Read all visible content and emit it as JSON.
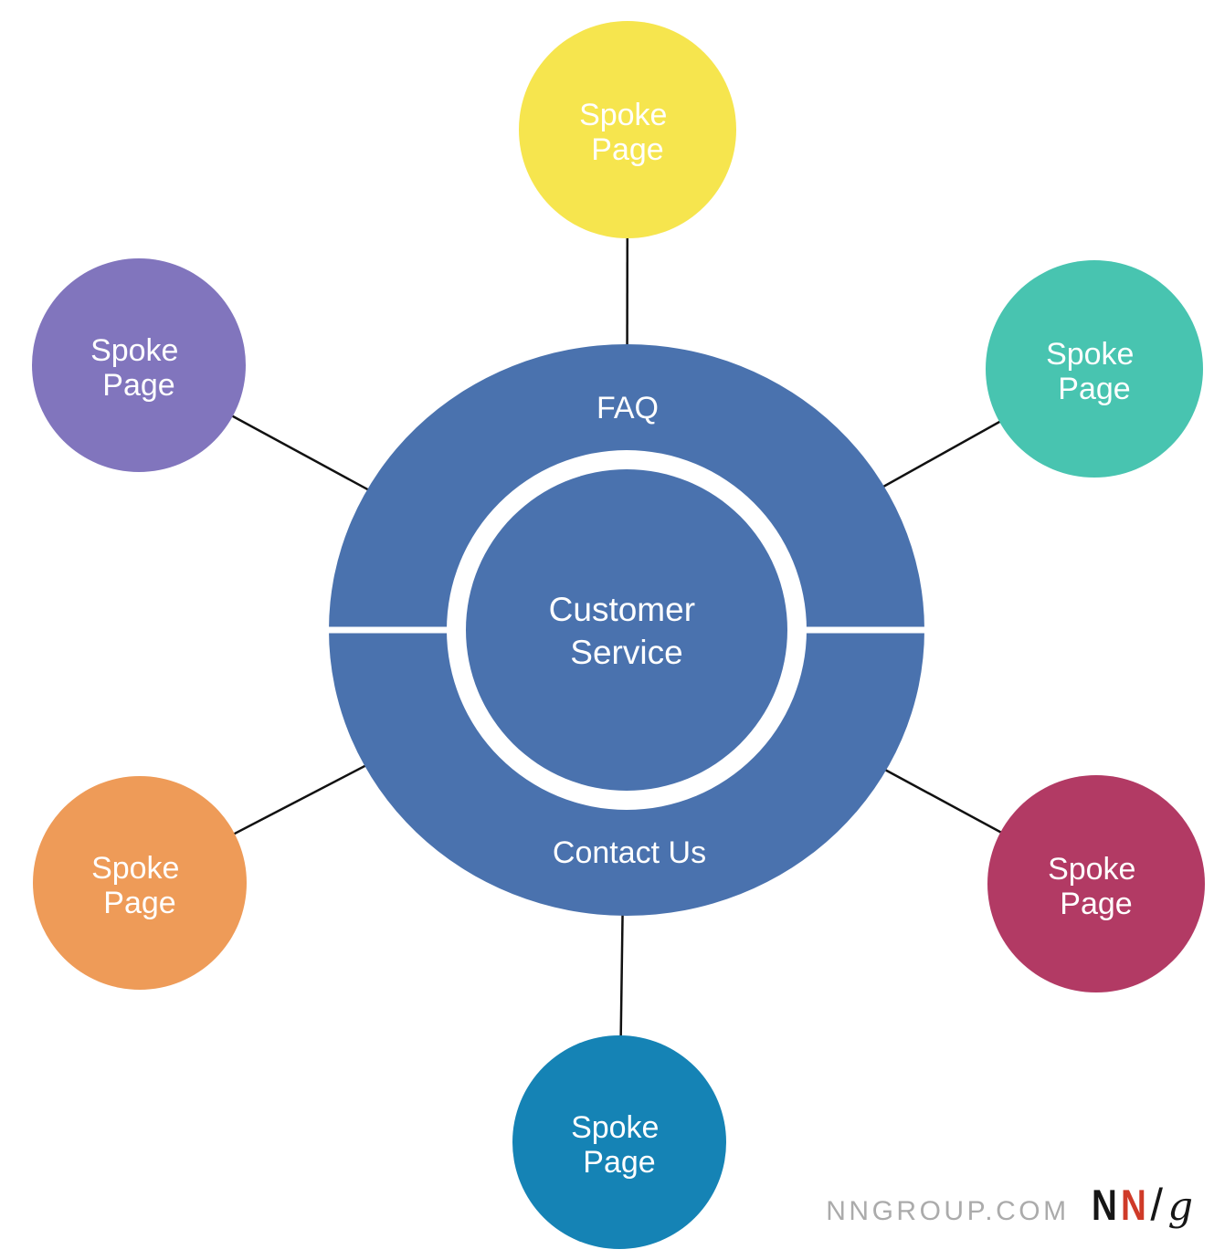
{
  "diagram": {
    "hub": {
      "center_line1": "Customer",
      "center_line2": "Service",
      "top_section_label": "FAQ",
      "bottom_section_label": "Contact Us",
      "fill_color": "#4A72AE",
      "divider_color": "#FFFFFF",
      "text_color": "#FFFFFF"
    },
    "spokes": [
      {
        "position": "top",
        "line1": "Spoke",
        "line2": "Page",
        "color": "#F6E54E"
      },
      {
        "position": "upper-left",
        "line1": "Spoke",
        "line2": "Page",
        "color": "#8175BD"
      },
      {
        "position": "upper-right",
        "line1": "Spoke",
        "line2": "Page",
        "color": "#48C4B0"
      },
      {
        "position": "lower-left",
        "line1": "Spoke",
        "line2": "Page",
        "color": "#EE9B58"
      },
      {
        "position": "lower-right",
        "line1": "Spoke",
        "line2": "Page",
        "color": "#B23A64"
      },
      {
        "position": "bottom",
        "line1": "Spoke",
        "line2": "Page",
        "color": "#1583B5"
      }
    ],
    "spoke_text_color": "#FFFFFF",
    "connector_color": "#111111"
  },
  "footer": {
    "website": "NNGROUP.COM",
    "website_color": "#ABABAB",
    "logo": {
      "letter1": "N",
      "letter1_color": "#161616",
      "letter2": "N",
      "letter2_color": "#CF3A28",
      "slash": "/",
      "letter3": "g",
      "suffix_color": "#161616"
    }
  }
}
